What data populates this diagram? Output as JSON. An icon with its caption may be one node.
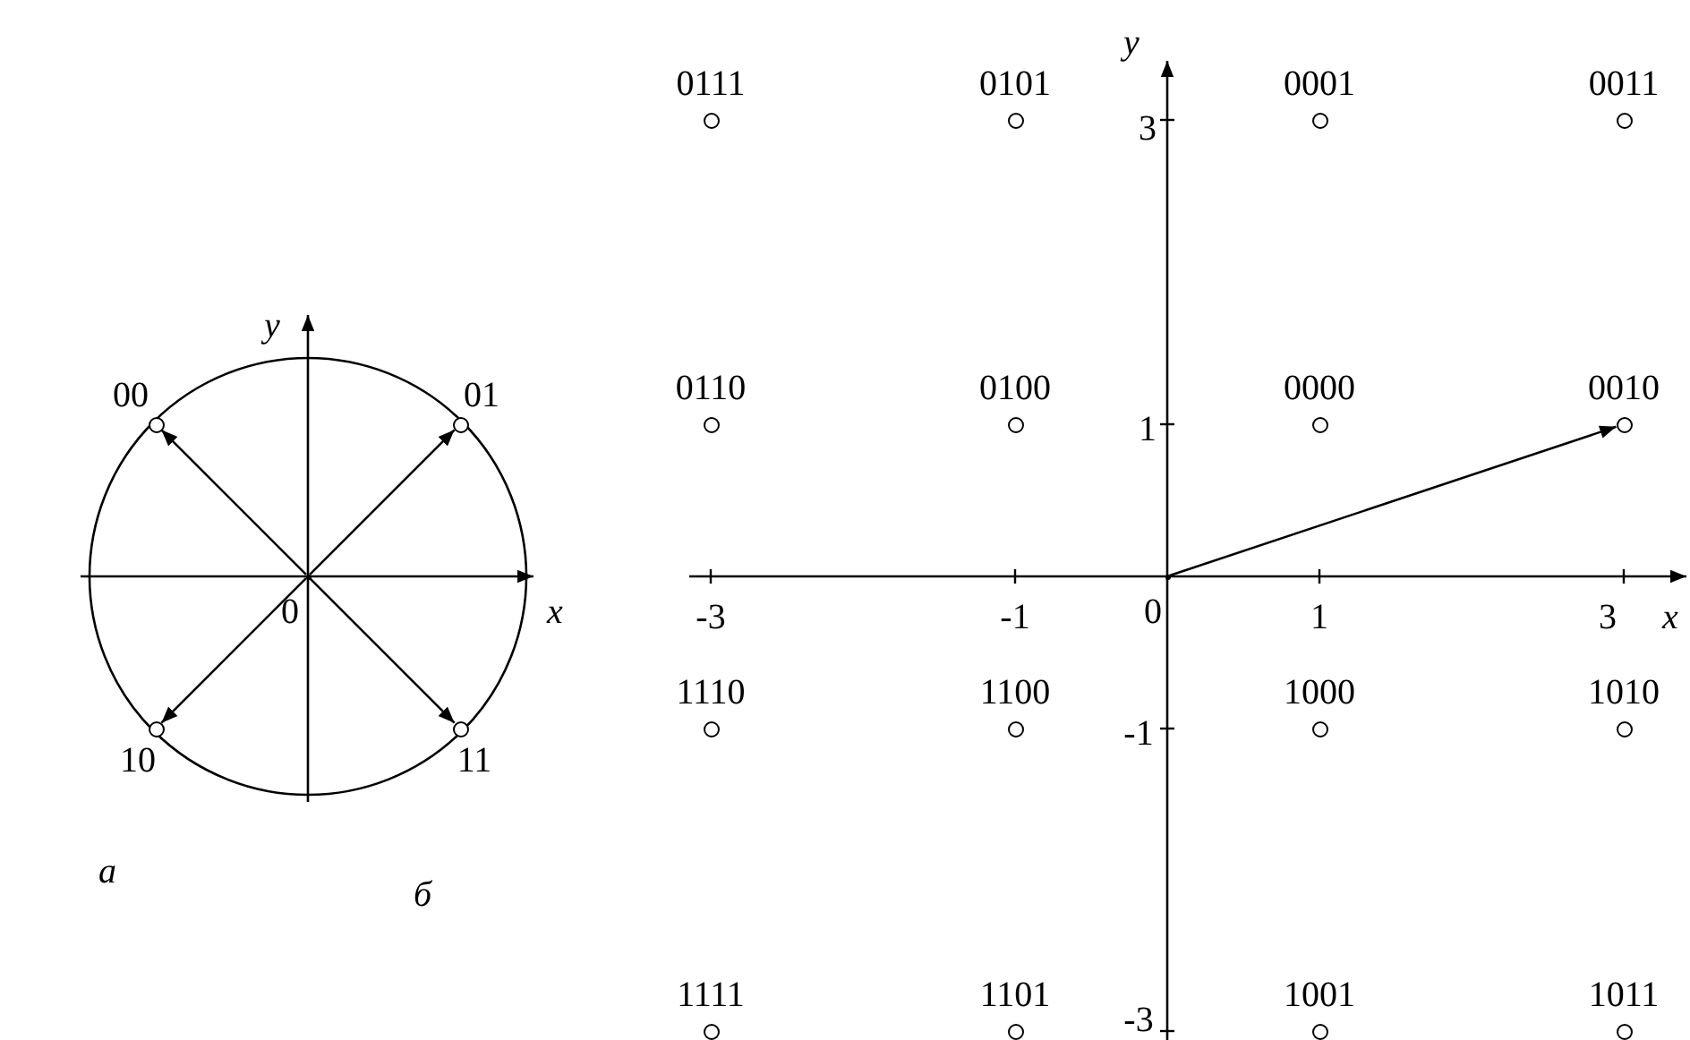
{
  "diagram": {
    "nodes": [
      {
        "text": [],
        "shape": "circle",
        "beside": [
          "00"
        ]
      },
      {
        "text": [],
        "shape": "circle",
        "beside": [
          "01"
        ]
      },
      {
        "text": [],
        "shape": "point",
        "beside": [
          "0"
        ]
      },
      {
        "text": [],
        "shape": "circle",
        "beside": [
          "10"
        ]
      },
      {
        "text": [],
        "shape": "circle",
        "beside": [
          "11"
        ]
      },
      {
        "text": [],
        "shape": "circle",
        "beside": [
          "0111"
        ]
      },
      {
        "text": [],
        "shape": "circle",
        "beside": [
          "0101"
        ]
      },
      {
        "text": [],
        "shape": "circle",
        "beside": [
          "0001"
        ]
      },
      {
        "text": [],
        "shape": "circle",
        "beside": [
          "0011"
        ]
      },
      {
        "text": [],
        "shape": "circle",
        "beside": [
          "0110"
        ]
      },
      {
        "text": [],
        "shape": "circle",
        "beside": [
          "0100"
        ]
      },
      {
        "text": [],
        "shape": "circle",
        "beside": [
          "0000"
        ]
      },
      {
        "text": [],
        "shape": "circle",
        "beside": [
          "0010"
        ]
      },
      {
        "text": [],
        "shape": "point",
        "beside": [
          "0"
        ]
      },
      {
        "text": [],
        "shape": "circle",
        "beside": [
          "1110"
        ]
      },
      {
        "text": [],
        "shape": "circle",
        "beside": [
          "1100"
        ]
      },
      {
        "text": [],
        "shape": "circle",
        "beside": [
          "1000"
        ]
      },
      {
        "text": [],
        "shape": "circle",
        "beside": [
          "1010"
        ]
      },
      {
        "text": [],
        "shape": "circle",
        "beside": [
          "1111"
        ]
      },
      {
        "text": [],
        "shape": "circle",
        "beside": [
          "1101"
        ]
      },
      {
        "text": [],
        "shape": "circle",
        "beside": [
          "1001"
        ]
      },
      {
        "text": [],
        "shape": "circle",
        "beside": [
          "1011"
        ]
      }
    ],
    "edges": [
      {
        "from": 2,
        "to": 0,
        "arrow": "to"
      },
      {
        "from": 2,
        "to": 1,
        "arrow": "to"
      },
      {
        "from": 2,
        "to": 3,
        "arrow": "to"
      },
      {
        "from": 2,
        "to": 4,
        "arrow": "to"
      },
      {
        "from": 13,
        "to": 12,
        "arrow": "to"
      }
    ],
    "labels": [
      "y",
      "x",
      "y",
      "3",
      "1",
      "-3",
      "-1",
      "1",
      "3",
      "x",
      "-1",
      "а",
      "б",
      "-3"
    ]
  }
}
